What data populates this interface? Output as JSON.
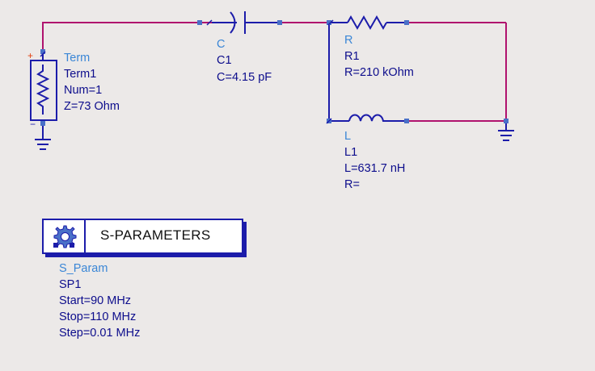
{
  "colors": {
    "wire": "#b0126e",
    "component": "#1c1caa",
    "pin": "#4a70c8",
    "label_type": "#3a86d6",
    "label_value": "#0d0d8c",
    "plus_marker": "#e04010",
    "background": "#ece9e8"
  },
  "components": {
    "term": {
      "type": "Term",
      "name": "Term1",
      "params": [
        "Num=1",
        "Z=73 Ohm"
      ]
    },
    "capacitor": {
      "type": "C",
      "name": "C1",
      "params": [
        "C=4.15 pF"
      ]
    },
    "resistor": {
      "type": "R",
      "name": "R1",
      "params": [
        "R=210 kOhm"
      ]
    },
    "inductor": {
      "type": "L",
      "name": "L1",
      "params": [
        "L=631.7 nH",
        "R="
      ]
    }
  },
  "sparam": {
    "title": "S-PARAMETERS",
    "icon": "sparameters-controller-icon",
    "type": "S_Param",
    "name": "SP1",
    "params": [
      "Start=90 MHz",
      "Stop=110 MHz",
      "Step=0.01 MHz"
    ]
  },
  "symbols": {
    "plus": "+",
    "minus": "−"
  }
}
